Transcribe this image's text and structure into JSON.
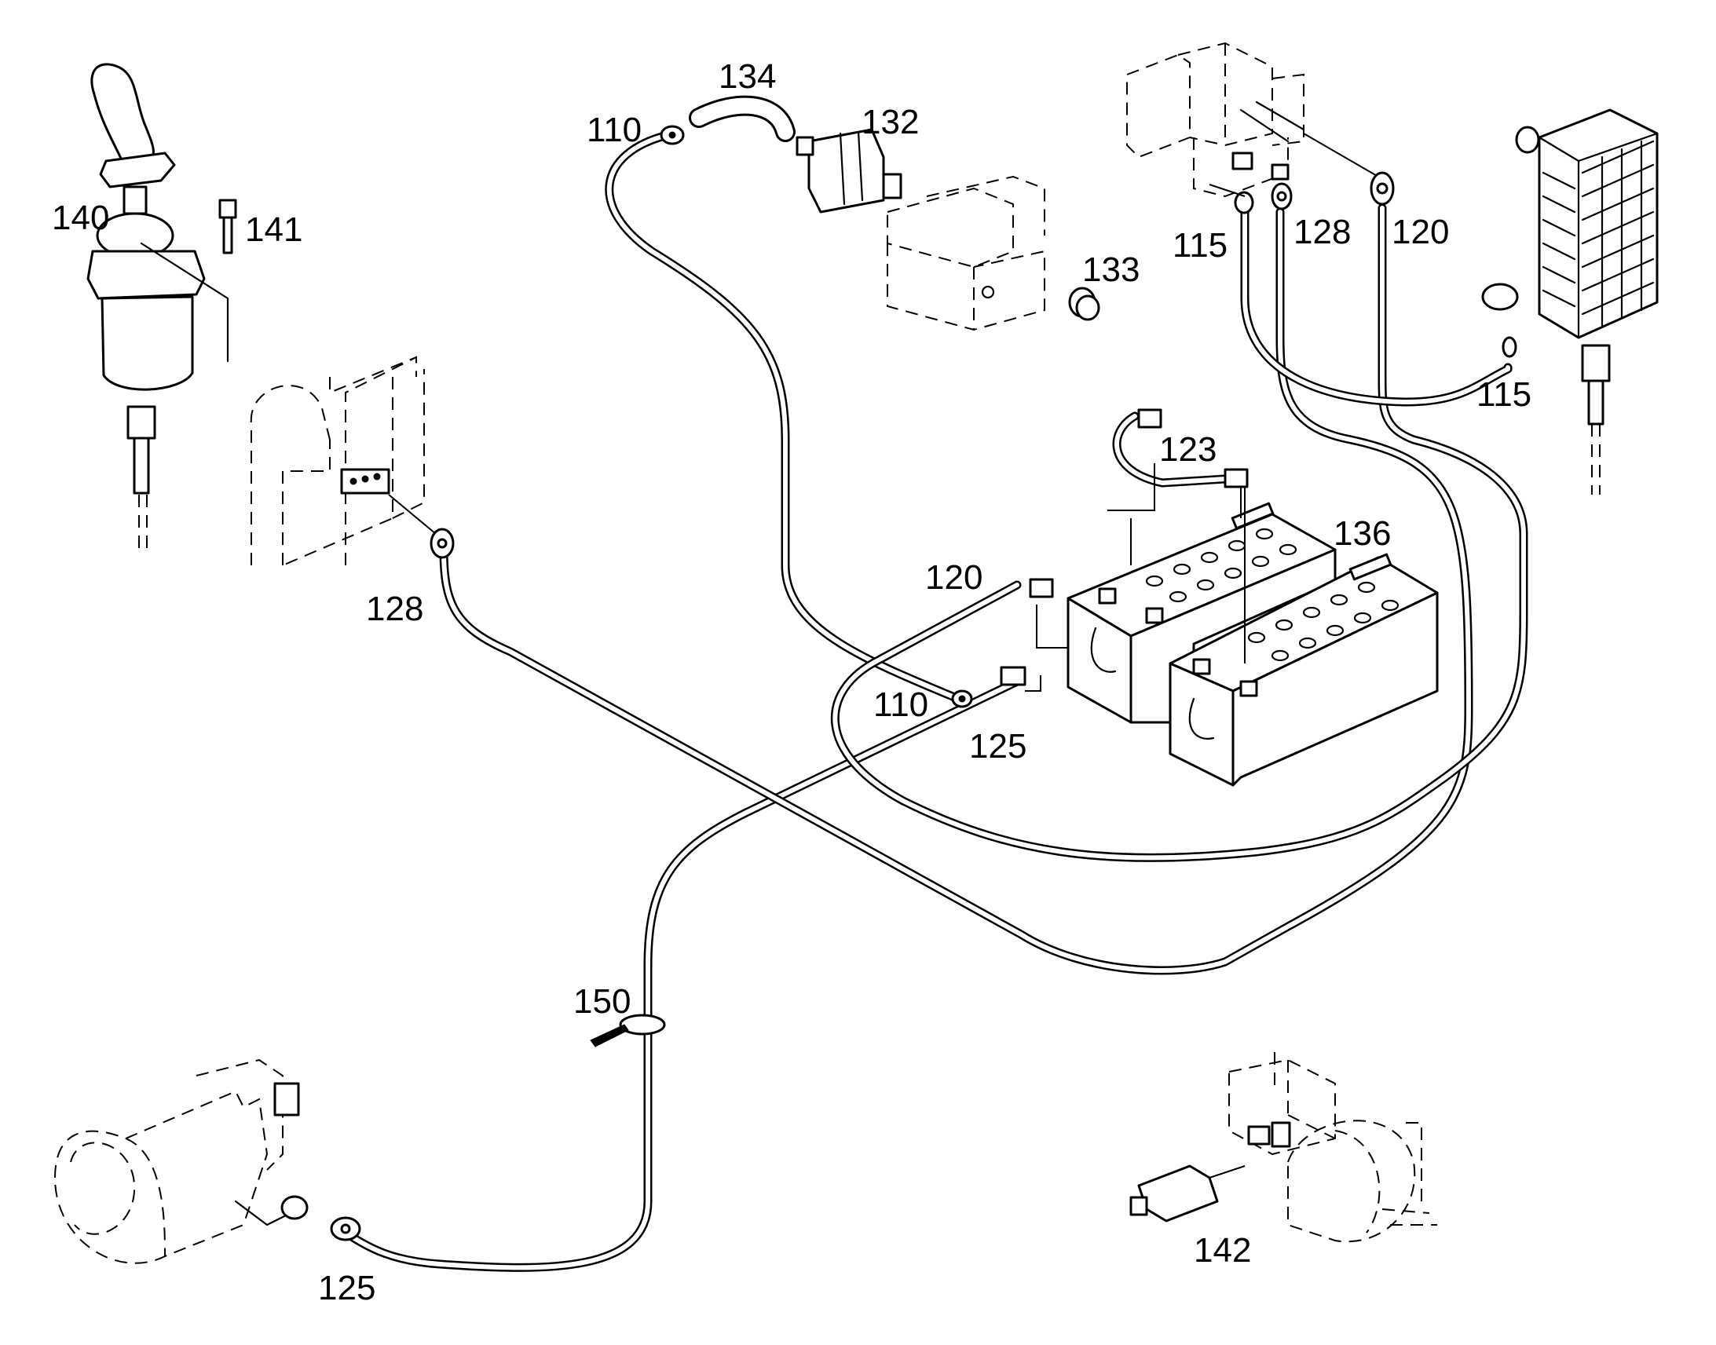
{
  "diagram": {
    "callouts": [
      {
        "id": "c140",
        "label": "140"
      },
      {
        "id": "c141",
        "label": "141"
      },
      {
        "id": "c110a",
        "label": "110"
      },
      {
        "id": "c134",
        "label": "134"
      },
      {
        "id": "c132",
        "label": "132"
      },
      {
        "id": "c133",
        "label": "133"
      },
      {
        "id": "c115a",
        "label": "115"
      },
      {
        "id": "c128a",
        "label": "128"
      },
      {
        "id": "c120a",
        "label": "120"
      },
      {
        "id": "c115b",
        "label": "115"
      },
      {
        "id": "c123",
        "label": "123"
      },
      {
        "id": "c136",
        "label": "136"
      },
      {
        "id": "c120b",
        "label": "120"
      },
      {
        "id": "c110b",
        "label": "110"
      },
      {
        "id": "c125a",
        "label": "125"
      },
      {
        "id": "c128b",
        "label": "128"
      },
      {
        "id": "c150",
        "label": "150"
      },
      {
        "id": "c125b",
        "label": "125"
      },
      {
        "id": "c142",
        "label": "142"
      }
    ]
  }
}
